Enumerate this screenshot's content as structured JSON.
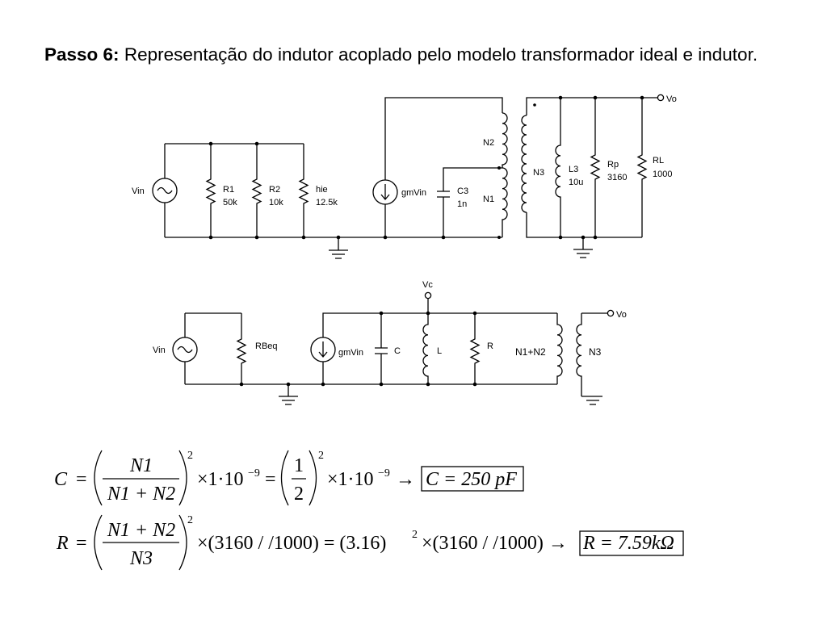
{
  "heading": {
    "bold": "Passo 6:",
    "text": " Representação do indutor acoplado pelo modelo transformador ideal e indutor."
  },
  "circuit1": {
    "source": "Vin",
    "r1_name": "R1",
    "r1_value": "50k",
    "r2_name": "R2",
    "r2_value": "10k",
    "hie_name": "hie",
    "hie_value": "12.5k",
    "current_source": "gmVin",
    "c3_name": "C3",
    "c3_value": "1n",
    "n2": "N2",
    "n1": "N1",
    "n3": "N3",
    "l3_name": "L3",
    "l3_value": "10u",
    "rp_name": "Rp",
    "rp_value": "3160",
    "rl_name": "RL",
    "rl_value": "1000",
    "output": "Vo"
  },
  "circuit2": {
    "source": "Vin",
    "rbeq": "RBeq",
    "vc": "Vc",
    "current_source": "gmVin",
    "c": "C",
    "l": "L",
    "r": "R",
    "primary": "N1+N2",
    "secondary": "N3",
    "output": "Vo"
  },
  "equations": {
    "c_lhs": "C",
    "c_frac_num": "N1",
    "c_frac_den": "N1 + N2",
    "exp2": "2",
    "times_1e9": "×1·10",
    "exp_neg9": "−9",
    "equals": "=",
    "half_num": "1",
    "half_den": "2",
    "c_result": "C = 250 pF",
    "r_lhs": "R",
    "r_frac_num": "N1 + N2",
    "r_frac_den": "N3",
    "r_par1": "×(3160 / /1000) = (3.16)",
    "r_par2": "×(3160 / /1000) →",
    "r_result": "R = 7.59kΩ",
    "arrow": "→"
  }
}
